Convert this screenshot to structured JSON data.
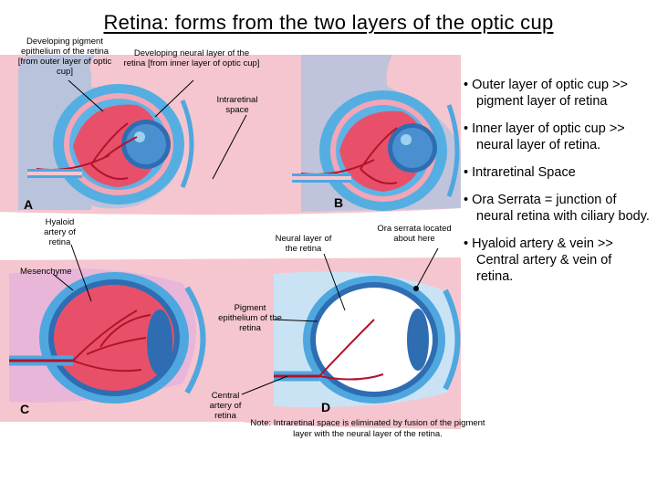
{
  "title": "Retina:  forms from the two layers of the optic cup",
  "labels": {
    "developing_pigment": "Developing pigment epithelium of the retina [from outer layer of optic cup]",
    "developing_neural": "Developing neural layer of the retina [from inner layer of optic cup]",
    "intraretinal_space": "Intraretinal space",
    "hyaloid_artery": "Hyaloid artery of retina",
    "neural_layer": "Neural layer of the retina",
    "ora_serrata": "Ora serrata located about here",
    "mesenchyme": "Mesenchyme",
    "pigment_epithelium": "Pigment epithelium of the retina",
    "central_artery": "Central artery of retina",
    "note": "Note:  Intraretinal space is eliminated by fusion of the pigment layer with the neural layer of the retina."
  },
  "panel_letters": {
    "a": "A",
    "b": "B",
    "c": "C",
    "d": "D"
  },
  "bullets": [
    "• Outer layer of optic cup >> pigment layer of retina",
    "• Inner layer of optic cup >> neural layer of retina.",
    "• Intraretinal Space",
    "• Ora Serrata = junction of neural retina with ciliary body.",
    "• Hyaloid artery & vein >> Central artery & vein of retina."
  ],
  "colors": {
    "background_pink": "#f5c6cf",
    "mesenchyme_lilac": "#e7b6d9",
    "blue_layer": "#4fa7df",
    "blue_light": "#9fd0f0",
    "red_vitreous": "#e8506a",
    "lens_blue": "#2f6db3",
    "vessel_red": "#b3122c"
  }
}
